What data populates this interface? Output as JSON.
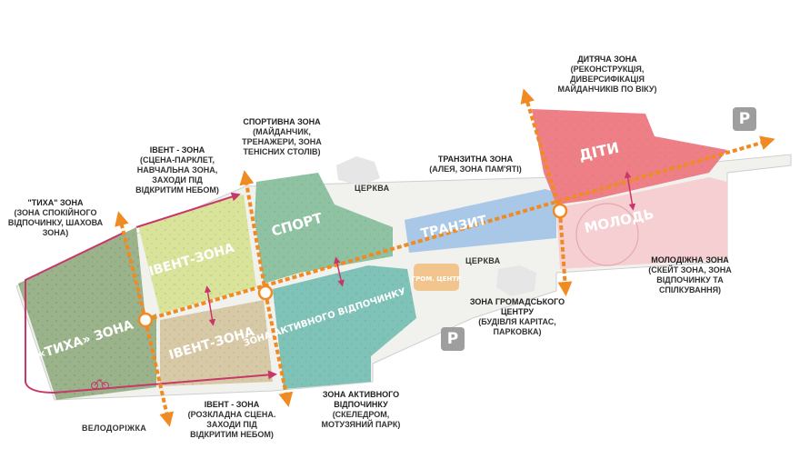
{
  "map": {
    "colors": {
      "tykha": "#9bb38a",
      "event_top": "#d9e39a",
      "event_bottom": "#d8c9a6",
      "sport": "#8fc2a2",
      "active": "#7fc2b8",
      "transit": "#a9c7e6",
      "community": "#f3c58e",
      "children": "#ee7f86",
      "youth": "#f6cfd2",
      "axis": "#f08a23",
      "bike": "#c8376a"
    },
    "zones": {
      "tykha": "«ТИХА» ЗОНА",
      "event_top": "ІВЕНТ-ЗОНА",
      "event_bottom": "ІВЕНТ-ЗОНА",
      "sport": "СПОРТ",
      "active": "ЗОНА АКТИВНОГО ВІДПОЧИНКУ",
      "transit": "ТРАНЗИТ",
      "community": "ГРОМ. ЦЕНТР",
      "children": "ДІТИ",
      "youth": "МОЛОДЬ"
    },
    "labels": {
      "tykha": {
        "title": "\"ТИХА\" ЗОНА",
        "desc": "(ЗОНА СПОКІЙНОГО ВІДПОЧИНКУ, ШАХОВА ЗОНА)"
      },
      "event_top": {
        "title": "ІВЕНТ - ЗОНА",
        "desc": "(СЦЕНА-ПАРКЛЕТ, НАВЧАЛЬНА ЗОНА, ЗАХОДИ ПІД ВІДКРИТИМ НЕБОМ)"
      },
      "sport": {
        "title": "СПОРТИВНА ЗОНА",
        "desc": "(МАЙДАНЧИК, ТРЕНАЖЕРИ, ЗОНА ТЕНІСНИХ СТОЛІВ)"
      },
      "transit": {
        "title": "ТРАНЗИТНА ЗОНА",
        "desc": "(АЛЕЯ, ЗОНА ПАМ'ЯТІ)"
      },
      "children": {
        "title": "ДИТЯЧА ЗОНА",
        "desc": "(РЕКОНСТРУКЦІЯ, ДИВЕРСИФІКАЦІЯ МАЙДАНЧИКІВ ПО ВІКУ)"
      },
      "youth": {
        "title": "МОЛОДІЖНА ЗОНА",
        "desc": "(СКЕЙТ ЗОНА, ЗОНА ВІДПОЧИНКУ ТА СПІЛКУВАННЯ)"
      },
      "community": {
        "title": "ЗОНА ГРОМАДСЬКОГО ЦЕНТРУ",
        "desc": "(БУДІВЛЯ КАРІТАС, ПАРКОВКА)"
      },
      "active": {
        "title": "ЗОНА АКТИВНОГО ВІДПОЧИНКУ",
        "desc": "(СКЕЛЕДРОМ, МОТУЗЯНИЙ ПАРК)"
      },
      "event_bottom": {
        "title": "ІВЕНТ - ЗОНА",
        "desc": "(РОЗКЛАДНА СЦЕНА. ЗАХОДИ ПІД ВІДКРИТИМ НЕБОМ)"
      }
    },
    "church_1": "ЦЕРКВА",
    "church_2": "ЦЕРКВА",
    "bike_path": "ВЕЛОДОРІЖКА",
    "parking_1": "P",
    "parking_2": "P"
  }
}
